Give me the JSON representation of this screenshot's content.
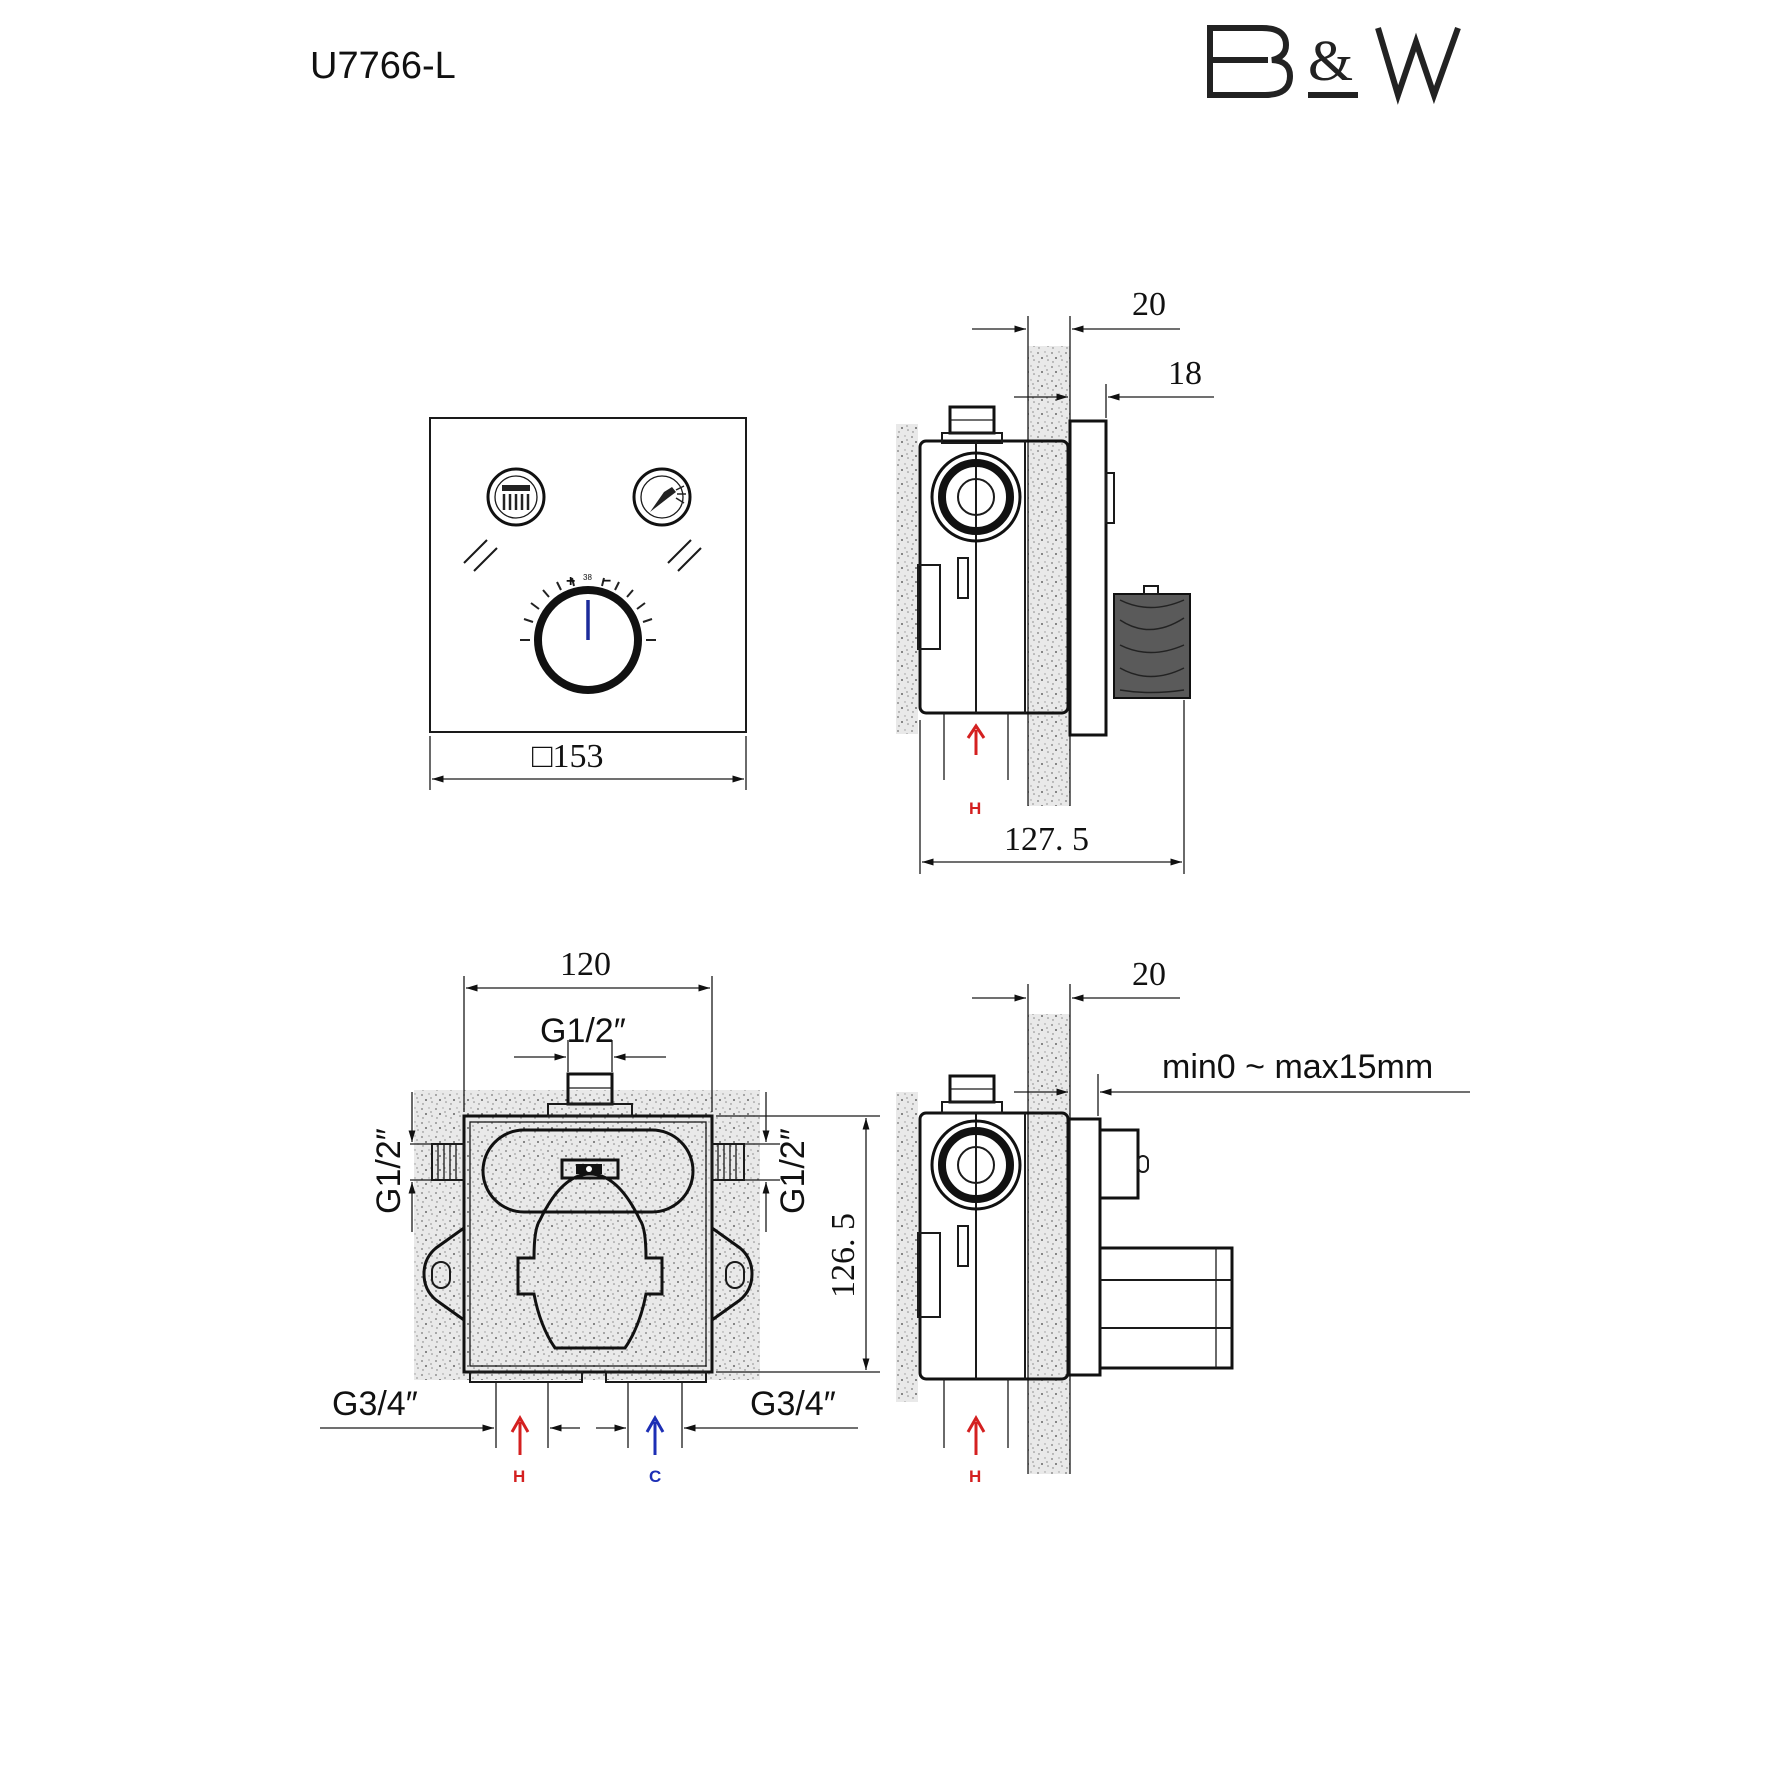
{
  "header": {
    "model_code": "U7766-L",
    "brand_logo": "B&W"
  },
  "front_view": {
    "size_label": "□153",
    "icons": [
      "overhead-shower-icon",
      "hand-shower-icon"
    ],
    "dial_marks": {
      "plus": "+",
      "minus": "−",
      "temp": "38"
    }
  },
  "side_view_top": {
    "dim_wall": "20",
    "dim_plate": "18",
    "dim_depth": "127. 5",
    "inlet_label": "H",
    "hot_color": "#d42020"
  },
  "box_view": {
    "dim_width": "120",
    "dim_top_outlet": "G1/2″",
    "dim_left_outlet": "G1/2″",
    "dim_right_outlet": "G1/2″",
    "dim_height": "126. 5",
    "dim_left_inlet": "G3/4″",
    "dim_right_inlet": "G3/4″",
    "hot_label": "H",
    "cold_label": "C",
    "hot_color": "#d42020",
    "cold_color": "#1d2fb5"
  },
  "side_view_bottom": {
    "dim_wall": "20",
    "dim_adjust": "min0 ~ max15mm",
    "inlet_label": "H"
  }
}
